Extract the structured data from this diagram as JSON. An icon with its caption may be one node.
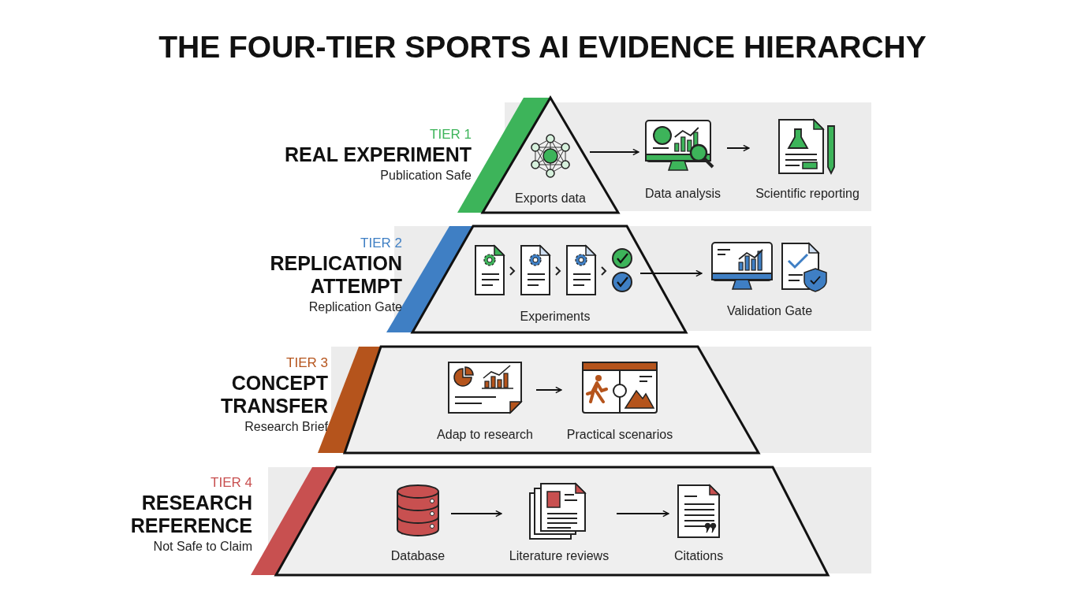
{
  "diagram": {
    "title": "THE FOUR-TIER SPORTS AI EVIDENCE HIERARCHY",
    "nodes": [
      {
        "text": [
          "TIER 1",
          "REAL EXPERIMENT",
          "Publication Safe"
        ]
      },
      {
        "text": [
          "Exports data"
        ],
        "in": 0
      },
      {
        "text": [
          "Data analysis"
        ],
        "in": 0
      },
      {
        "text": [
          "Scientific reporting"
        ],
        "in": 0
      },
      {
        "text": [
          "TIER 2",
          "REPLICATION ATTEMPT",
          "Replication Gate"
        ]
      },
      {
        "text": [
          "Experiments"
        ],
        "in": 4
      },
      {
        "text": [
          "Validation Gate"
        ],
        "in": 4
      },
      {
        "text": [
          "TIER 3",
          "CONCEPT TRANSFER",
          "Research Brief"
        ]
      },
      {
        "text": [
          "Adap to research"
        ],
        "in": 7
      },
      {
        "text": [
          "Practical scenarios"
        ],
        "in": 7
      },
      {
        "text": [
          "TIER 4",
          "RESEARCH REFERENCE",
          "Not Safe to Claim"
        ]
      },
      {
        "text": [
          "Database"
        ],
        "in": 10
      },
      {
        "text": [
          "Literature reviews"
        ],
        "in": 10
      },
      {
        "text": [
          "Citations"
        ],
        "in": 10
      }
    ],
    "edges": [
      {
        "from": 1,
        "to": 2,
        "arrow": "to"
      },
      {
        "from": 2,
        "to": 3,
        "arrow": "to"
      },
      {
        "from": 5,
        "to": 6,
        "arrow": "to"
      },
      {
        "from": 8,
        "to": 9,
        "arrow": "to"
      },
      {
        "from": 11,
        "to": 12,
        "arrow": "to"
      },
      {
        "from": 12,
        "to": 13,
        "arrow": "to"
      }
    ]
  }
}
